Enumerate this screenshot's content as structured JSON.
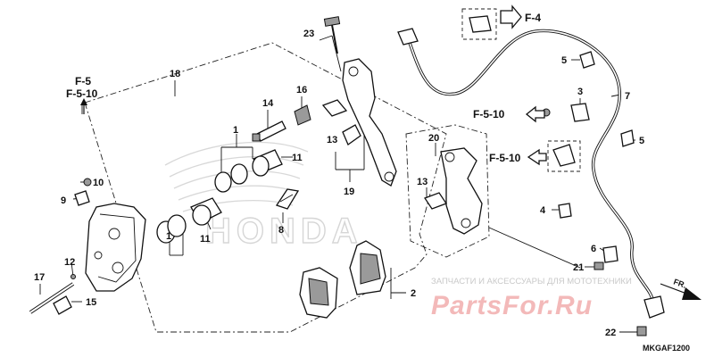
{
  "callouts": [
    {
      "id": "c1a",
      "text": "1"
    },
    {
      "id": "c1b",
      "text": "1"
    },
    {
      "id": "c2",
      "text": "2"
    },
    {
      "id": "c3",
      "text": "3"
    },
    {
      "id": "c4",
      "text": "4"
    },
    {
      "id": "c5a",
      "text": "5"
    },
    {
      "id": "c5b",
      "text": "5"
    },
    {
      "id": "c6",
      "text": "6"
    },
    {
      "id": "c7",
      "text": "7"
    },
    {
      "id": "c8",
      "text": "8"
    },
    {
      "id": "c9",
      "text": "9"
    },
    {
      "id": "c10",
      "text": "10"
    },
    {
      "id": "c11a",
      "text": "11"
    },
    {
      "id": "c11b",
      "text": "11"
    },
    {
      "id": "c12",
      "text": "12"
    },
    {
      "id": "c13a",
      "text": "13"
    },
    {
      "id": "c13b",
      "text": "13"
    },
    {
      "id": "c14",
      "text": "14"
    },
    {
      "id": "c15",
      "text": "15"
    },
    {
      "id": "c16",
      "text": "16"
    },
    {
      "id": "c17",
      "text": "17"
    },
    {
      "id": "c18",
      "text": "18"
    },
    {
      "id": "c19",
      "text": "19"
    },
    {
      "id": "c20",
      "text": "20"
    },
    {
      "id": "c21",
      "text": "21"
    },
    {
      "id": "c22",
      "text": "22"
    },
    {
      "id": "c23",
      "text": "23"
    }
  ],
  "references": {
    "f5": "F-5",
    "f510_top": "F-5-10",
    "f4": "F-4",
    "f510_a": "F-5-10",
    "f510_b": "F-5-10",
    "fr": "FR."
  },
  "diagram_code": "MKGAF1200",
  "watermark": {
    "line1": "ЗАПЧАСТИ И АКСЕССУАРЫ ДЛЯ МОТОТЕХНИКИ",
    "line2": "PartsFor.Ru"
  },
  "logo_text": "HONDA"
}
